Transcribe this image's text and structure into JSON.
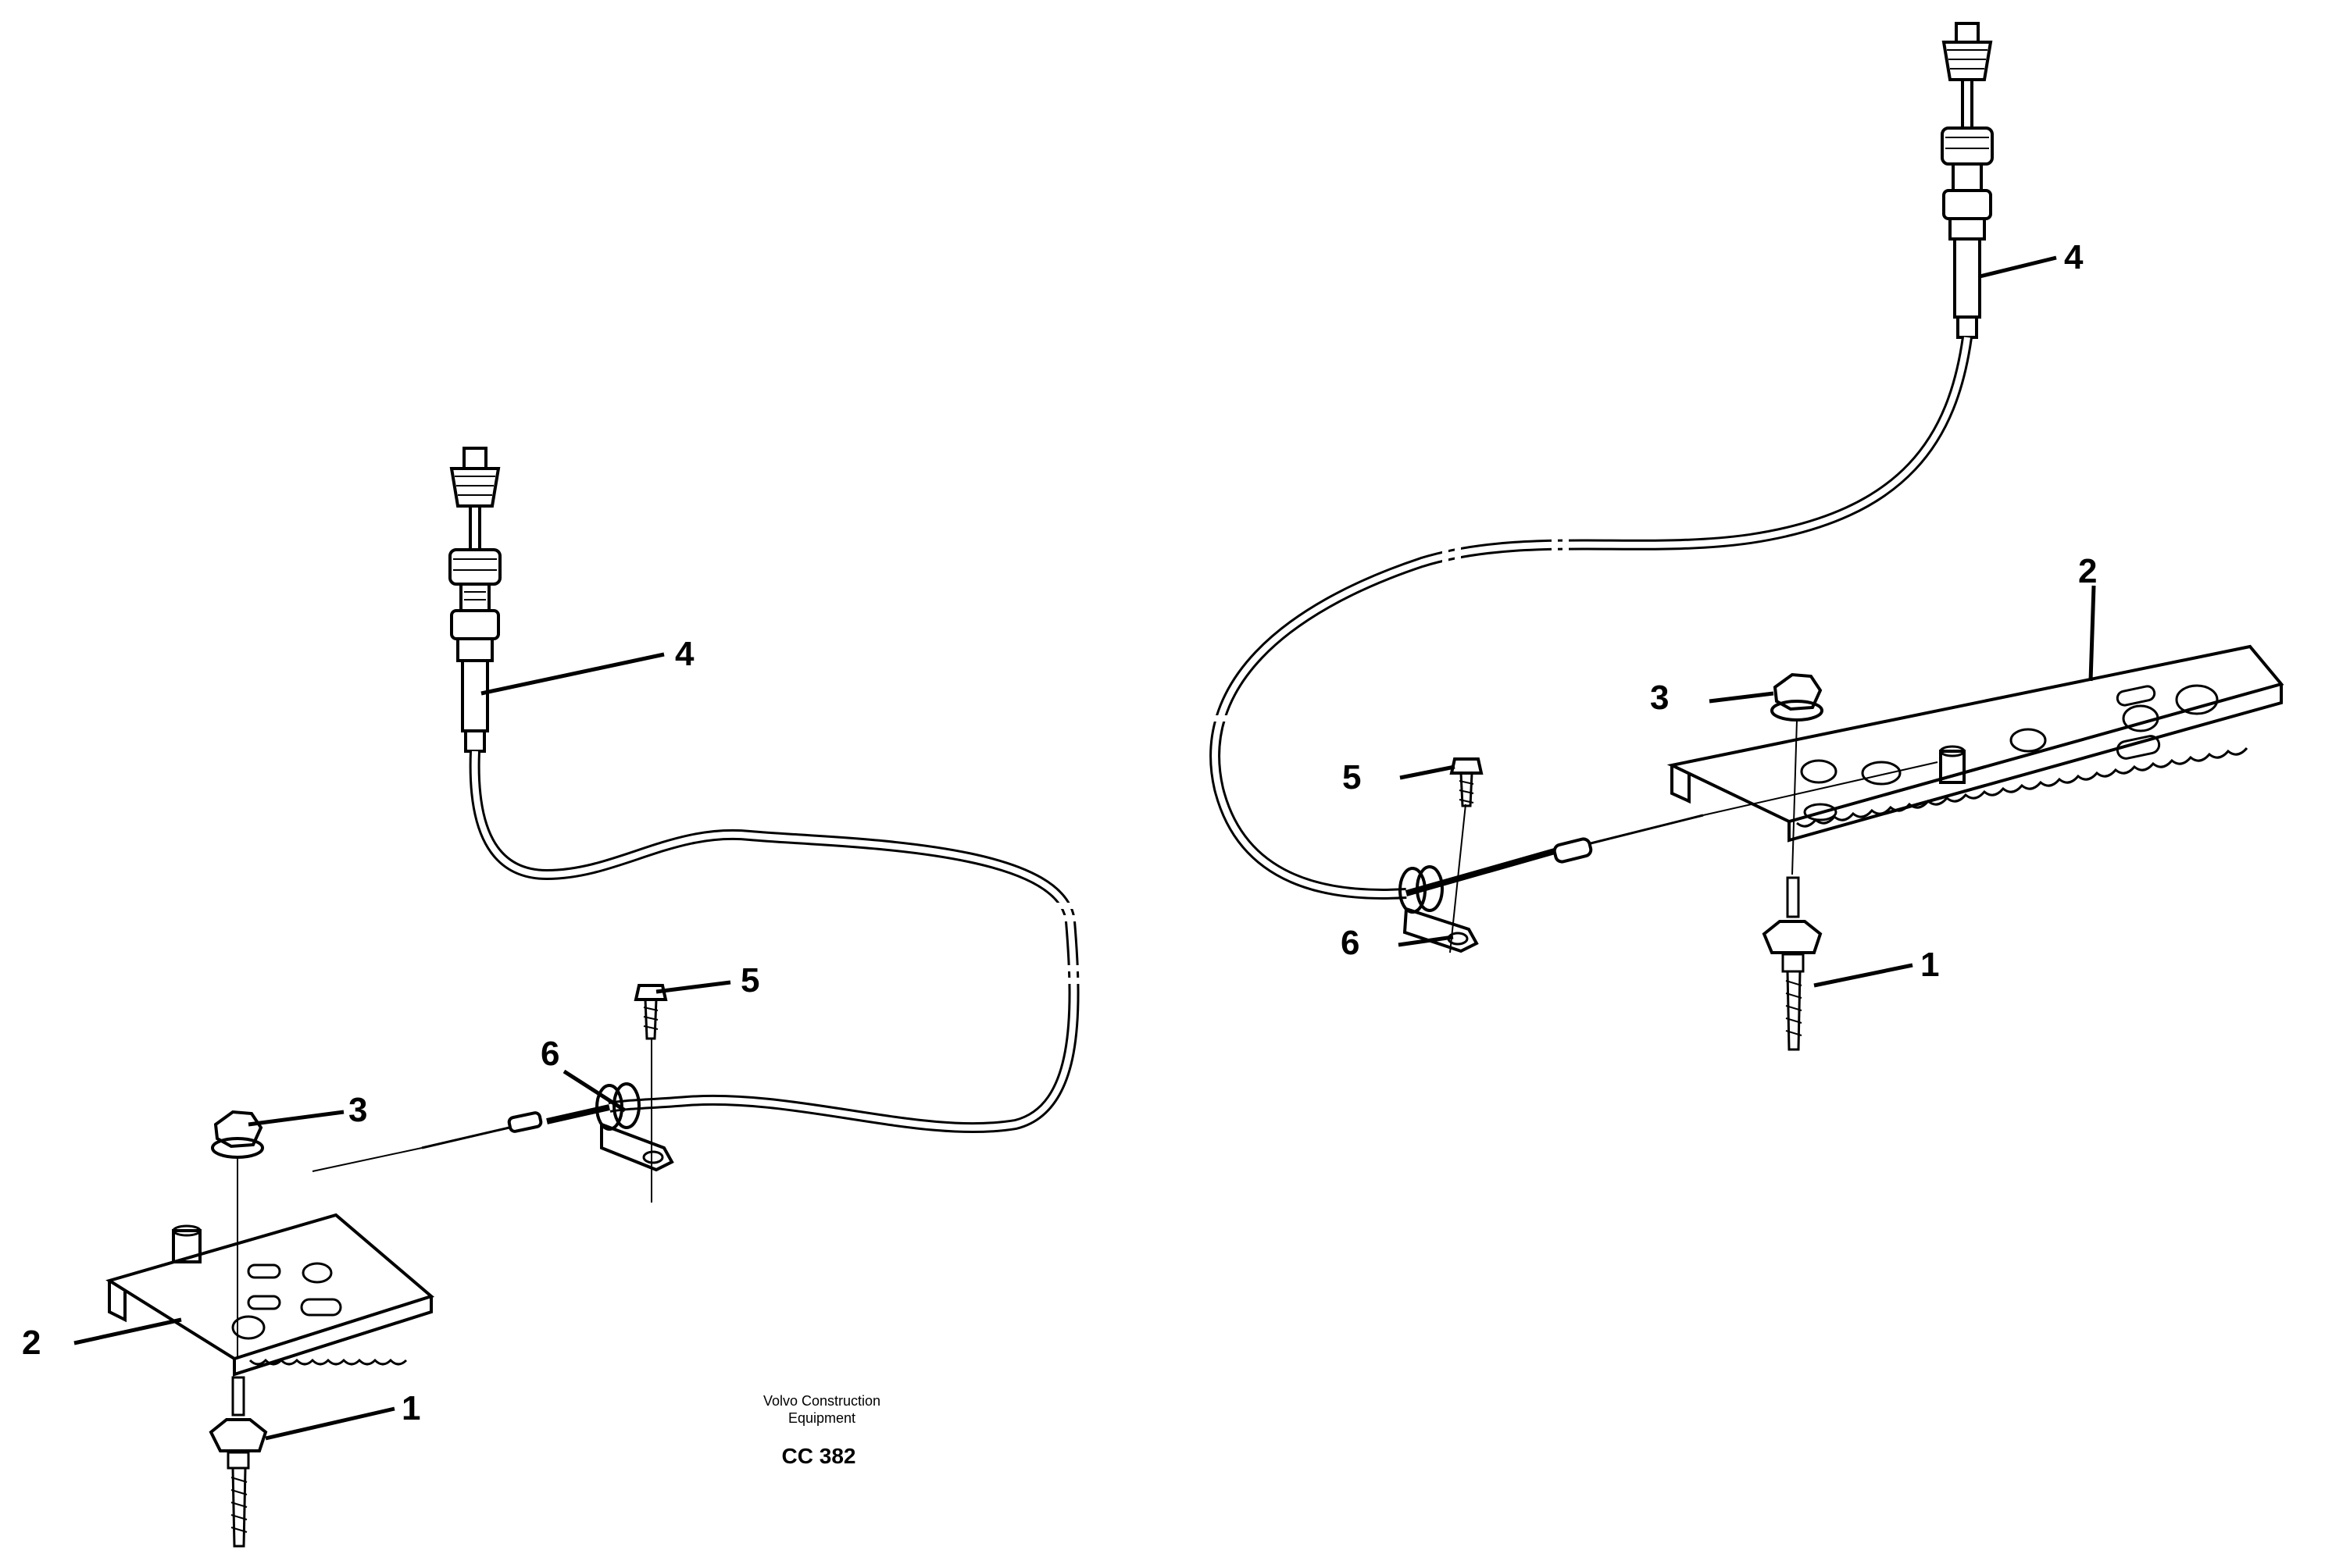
{
  "callouts": {
    "left": {
      "p1": "1",
      "p2": "2",
      "p3": "3",
      "p4": "4",
      "p5": "5",
      "p6": "6"
    },
    "right": {
      "p1": "1",
      "p2": "2",
      "p3": "3",
      "p4": "4",
      "p5": "5",
      "p6": "6"
    }
  },
  "credit": {
    "line1": "Volvo Construction",
    "line2": "Equipment"
  },
  "drawing_code": "CC 382",
  "icons": {
    "cable_knob": "pull-knob-icon",
    "clamp": "cable-clamp-icon",
    "bracket": "mounting-bracket-icon",
    "bolt": "bolt-icon",
    "nut": "flange-nut-icon"
  },
  "colors": {
    "ink": "#000000",
    "paper": "#ffffff"
  }
}
